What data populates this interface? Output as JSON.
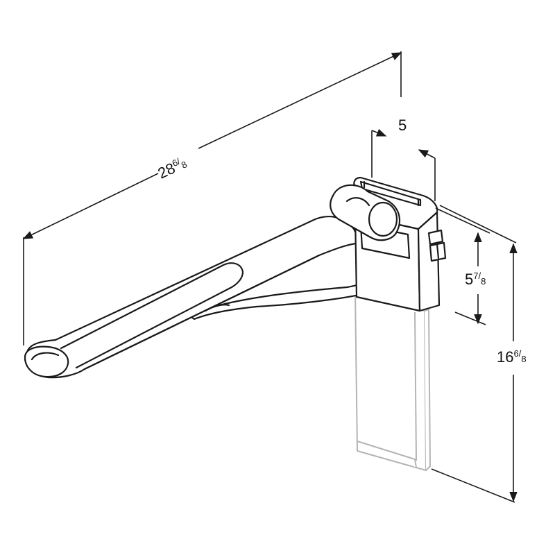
{
  "dimensions": {
    "length": {
      "whole": "28",
      "num": "6",
      "den": "8"
    },
    "depth": {
      "whole": "5"
    },
    "bracket_height": {
      "whole": "5",
      "num": "7",
      "den": "8"
    },
    "total_height": {
      "whole": "16",
      "num": "6",
      "den": "8"
    }
  },
  "colors": {
    "ink": "#1a1a1a",
    "hidden_part": "#b4b4b4"
  }
}
